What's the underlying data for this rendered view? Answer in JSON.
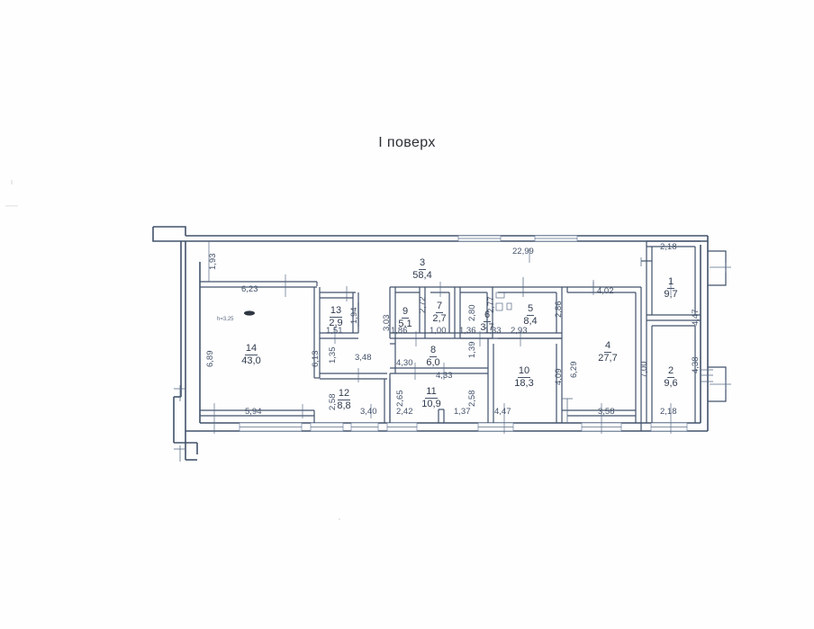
{
  "document": {
    "title": "I поверх",
    "type": "floor-plan",
    "height_note": "h=3,25"
  },
  "overall": {
    "top_width": "22,99",
    "right_height": "7,00",
    "left_height": "6,89"
  },
  "rooms": [
    {
      "id": "r1",
      "number": "1",
      "area": "9,7",
      "dims": [
        "2,18",
        "4,47"
      ]
    },
    {
      "id": "r2",
      "number": "2",
      "area": "9,6",
      "dims": [
        "2,18",
        "4,38"
      ]
    },
    {
      "id": "r3",
      "number": "3",
      "area": "58,4",
      "dims": []
    },
    {
      "id": "r4",
      "number": "4",
      "area": "27,7",
      "dims": [
        "4,02",
        "3,58",
        "7,00",
        "6,29"
      ]
    },
    {
      "id": "r5",
      "number": "5",
      "area": "8,4",
      "dims": [
        "2,93",
        "2,86"
      ]
    },
    {
      "id": "r6",
      "number": "6",
      "area": "3,7",
      "dims": [
        "1,33",
        "2,77"
      ]
    },
    {
      "id": "r7",
      "number": "7",
      "area": "2,7",
      "dims": [
        "1,00",
        "2,72"
      ]
    },
    {
      "id": "r8",
      "number": "8",
      "area": "6,0",
      "dims": [
        "4,33",
        "4,30"
      ]
    },
    {
      "id": "r9",
      "number": "9",
      "area": "5,1",
      "dims": [
        "1,86",
        "3,03"
      ]
    },
    {
      "id": "r10",
      "number": "10",
      "area": "18,3",
      "dims": [
        "4,47",
        "4,09"
      ]
    },
    {
      "id": "r11",
      "number": "11",
      "area": "10,9",
      "dims": [
        "2,42",
        "1,37",
        "2,65",
        "2,58"
      ]
    },
    {
      "id": "r12",
      "number": "12",
      "area": "8,8",
      "dims": [
        "3,40",
        "2,58"
      ]
    },
    {
      "id": "r13",
      "number": "13",
      "area": "2,9",
      "dims": [
        "1,51",
        "1,94"
      ]
    },
    {
      "id": "r14",
      "number": "14",
      "area": "43,0",
      "dims": [
        "6,23",
        "5,94",
        "6,89",
        "6,13"
      ]
    }
  ],
  "dimensions": {
    "top_left_wall": "1,93",
    "r14_top": "6,23",
    "r14_left": "6,89",
    "r14_right": "6,13",
    "r14_bottom": "5,94",
    "r13_right": "1,94",
    "r13_bottom": "1,51",
    "mid_left_v": "1,35",
    "r12_left": "2,58",
    "r12_bottom": "3,40",
    "corridor_seg": "3,48",
    "r9_left": "3,03",
    "r9_bottom": "1,86",
    "r7_right": "2,72",
    "r7_bottom": "1,00",
    "seg_136": "1,36",
    "r6_v": "2,80",
    "r6_right": "2,77",
    "r6_bottom": "1,33",
    "r5_bottom": "2,93",
    "r5_right": "2,86",
    "r8_left": "4,30",
    "r8_bottom": "4,33",
    "r10_right": "4,09",
    "r10_bottom": "4,47",
    "r11_left": "2,65",
    "r11_bottom_left": "2,42",
    "r11_bottom_right": "1,37",
    "r11_right": "2,58",
    "seg_139": "1,39",
    "r4_top": "4,02",
    "r4_bottom": "3,58",
    "r4_left": "6,29",
    "r4_right": "7,00",
    "top_total": "22,99",
    "r1_top": "2,18",
    "r1_right": "4,47",
    "r2_right": "4,38",
    "r2_bottom": "2,18"
  }
}
